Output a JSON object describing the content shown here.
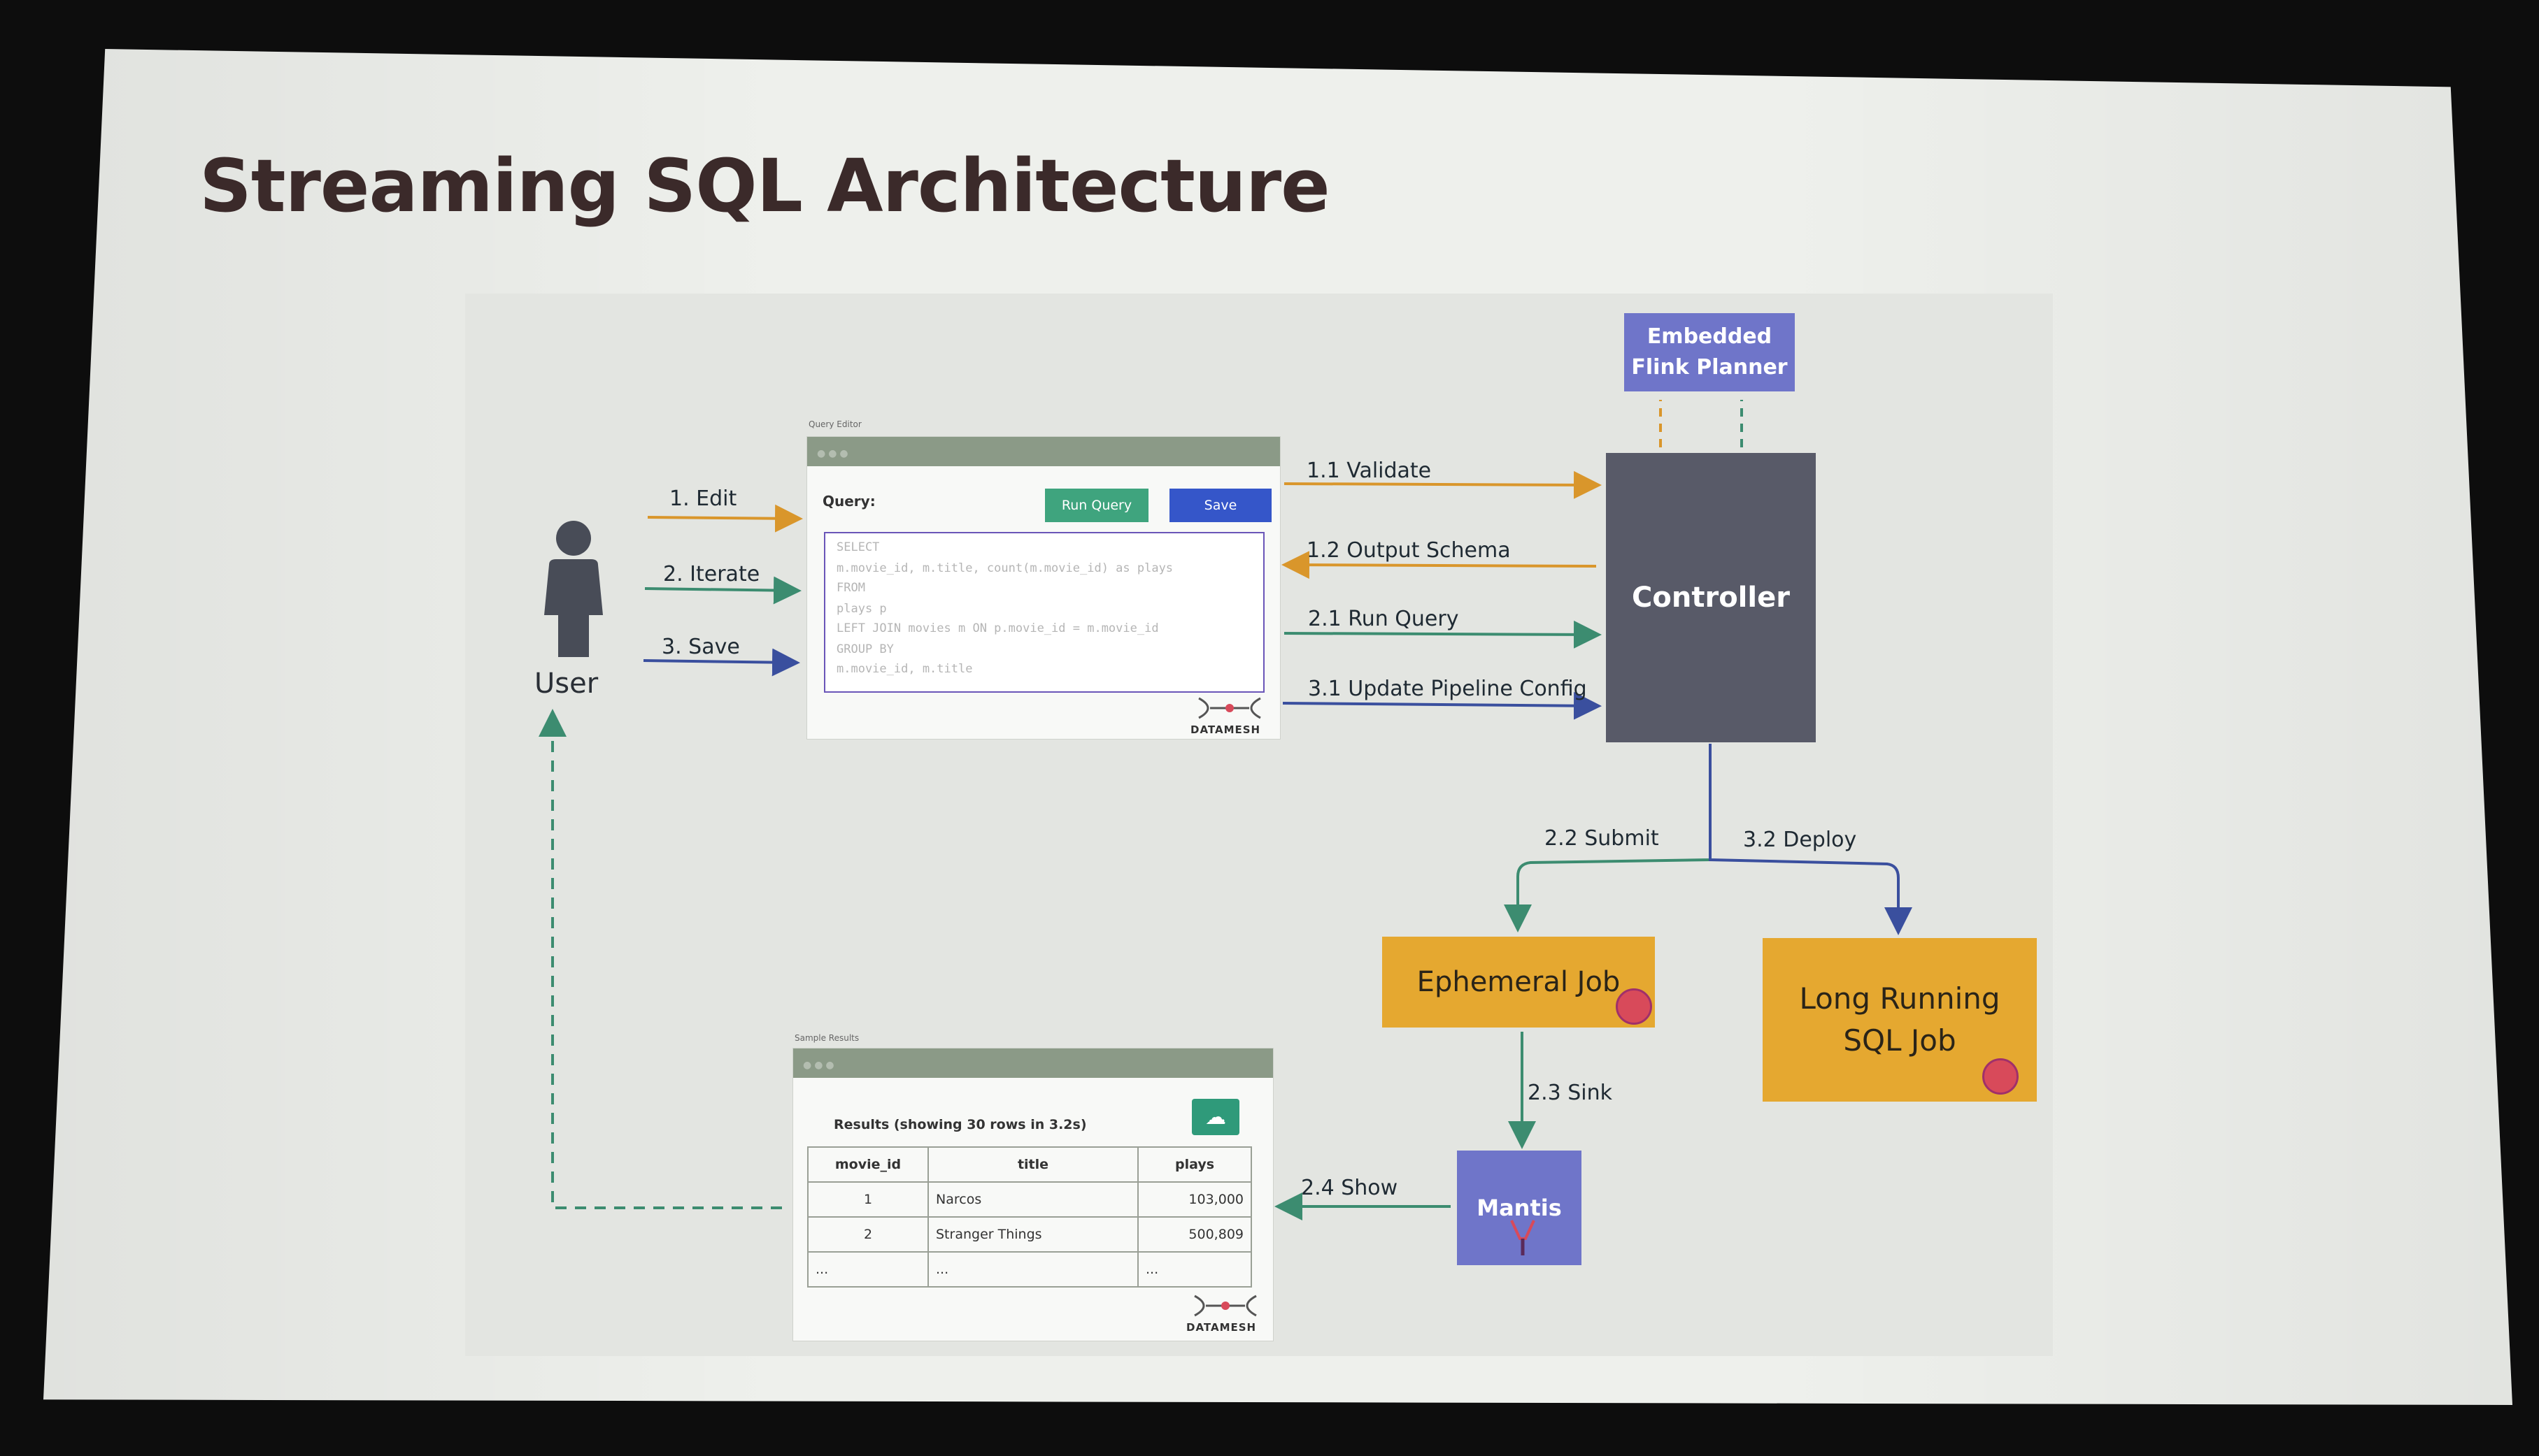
{
  "slide": {
    "title": "Streaming SQL Architecture"
  },
  "actors": {
    "user": "User"
  },
  "boxes": {
    "flink_planner": "Embedded\nFlink Planner",
    "controller": "Controller",
    "ephemeral_job": "Ephemeral Job",
    "long_running_job": "Long Running\nSQL Job",
    "mantis": "Mantis"
  },
  "arrows": {
    "edit": "1. Edit",
    "iterate": "2. Iterate",
    "save": "3. Save",
    "validate": "1.1 Validate",
    "output_schema": "1.2 Output Schema",
    "run_query": "2.1 Run Query",
    "update_pipeline": "3.1 Update Pipeline Config",
    "submit": "2.2 Submit",
    "deploy": "3.2 Deploy",
    "sink": "2.3 Sink",
    "show": "2.4 Show"
  },
  "query_editor": {
    "caption": "Query Editor",
    "query_label": "Query:",
    "run_button": "Run Query",
    "save_button": "Save",
    "code": [
      "SELECT",
      "  m.movie_id, m.title, count(m.movie_id) as plays",
      "FROM",
      "plays p",
      "LEFT JOIN movies m ON p.movie_id = m.movie_id",
      "GROUP BY",
      "m.movie_id, m.title"
    ],
    "logo": "DATAMESH"
  },
  "sample_results": {
    "caption": "Sample Results",
    "heading": "Results (showing 30 rows in 3.2s)",
    "columns": [
      "movie_id",
      "title",
      "plays"
    ],
    "rows": [
      [
        "1",
        "Narcos",
        "103,000"
      ],
      [
        "2",
        "Stranger Things",
        "500,809"
      ],
      [
        "...",
        "...",
        "..."
      ]
    ],
    "logo": "DATAMESH"
  },
  "colors": {
    "orange_arrow": "#d9962b",
    "green_arrow": "#3c8c70",
    "blue_arrow": "#3a4f9e",
    "controller": "#585a68",
    "purple_box": "#6f75c9",
    "job_box": "#e5a830"
  }
}
